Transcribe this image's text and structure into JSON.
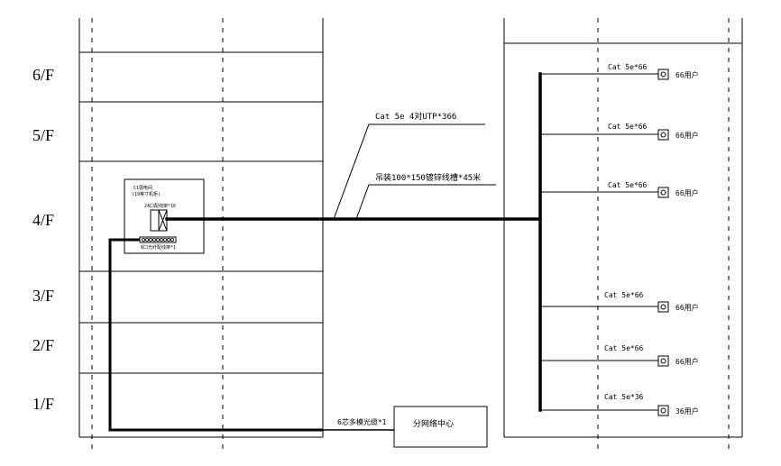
{
  "floors": [
    "6/F",
    "5/F",
    "4/F",
    "3/F",
    "2/F",
    "1/F"
  ],
  "trunk_cable_label": "Cat 5e 4对UTP*366",
  "tray_label": "吊装100*150镀锌线槽*45米",
  "fiber_label": "6芯多模光缆*1",
  "network_center_label": "分网络中心",
  "closet": {
    "title": "C1弱电间",
    "subtitle": "(19英寸机柜)",
    "patch_label": "24口配线架*16",
    "switch_label": "8口光纤配线架*1"
  },
  "drops": [
    {
      "floor": "6/F",
      "cable": "Cat 5e*66",
      "users": "66用户"
    },
    {
      "floor": "5/F",
      "cable": "Cat 5e*66",
      "users": "66用户"
    },
    {
      "floor": "4/F",
      "cable": "Cat 5e*66",
      "users": "66用户"
    },
    {
      "floor": "3/F",
      "cable": "Cat 5e*66",
      "users": "66用户"
    },
    {
      "floor": "2/F",
      "cable": "Cat 5e*66",
      "users": "66用户"
    },
    {
      "floor": "1/F",
      "cable": "Cat 5e*36",
      "users": "36用户"
    }
  ]
}
